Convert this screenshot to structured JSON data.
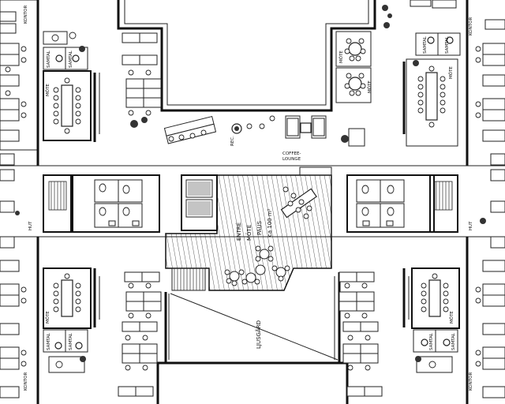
{
  "labels": {
    "kontor": "KONTOR",
    "mote": "MÖTE",
    "samtal": "SAMTAL",
    "rec": "REC.",
    "coffee_lounge": "COFFEE-\nLOUNGE",
    "coffee_line1": "COFFEE-",
    "coffee_line2": "LOUNGE",
    "entre_label": "ENTRÉ",
    "mote_label": "MÖTE",
    "paus_label": "PAUS",
    "area_label": "ca 100 m²",
    "ljusgard": "LJUSGÅRD",
    "hut": "HUT"
  }
}
